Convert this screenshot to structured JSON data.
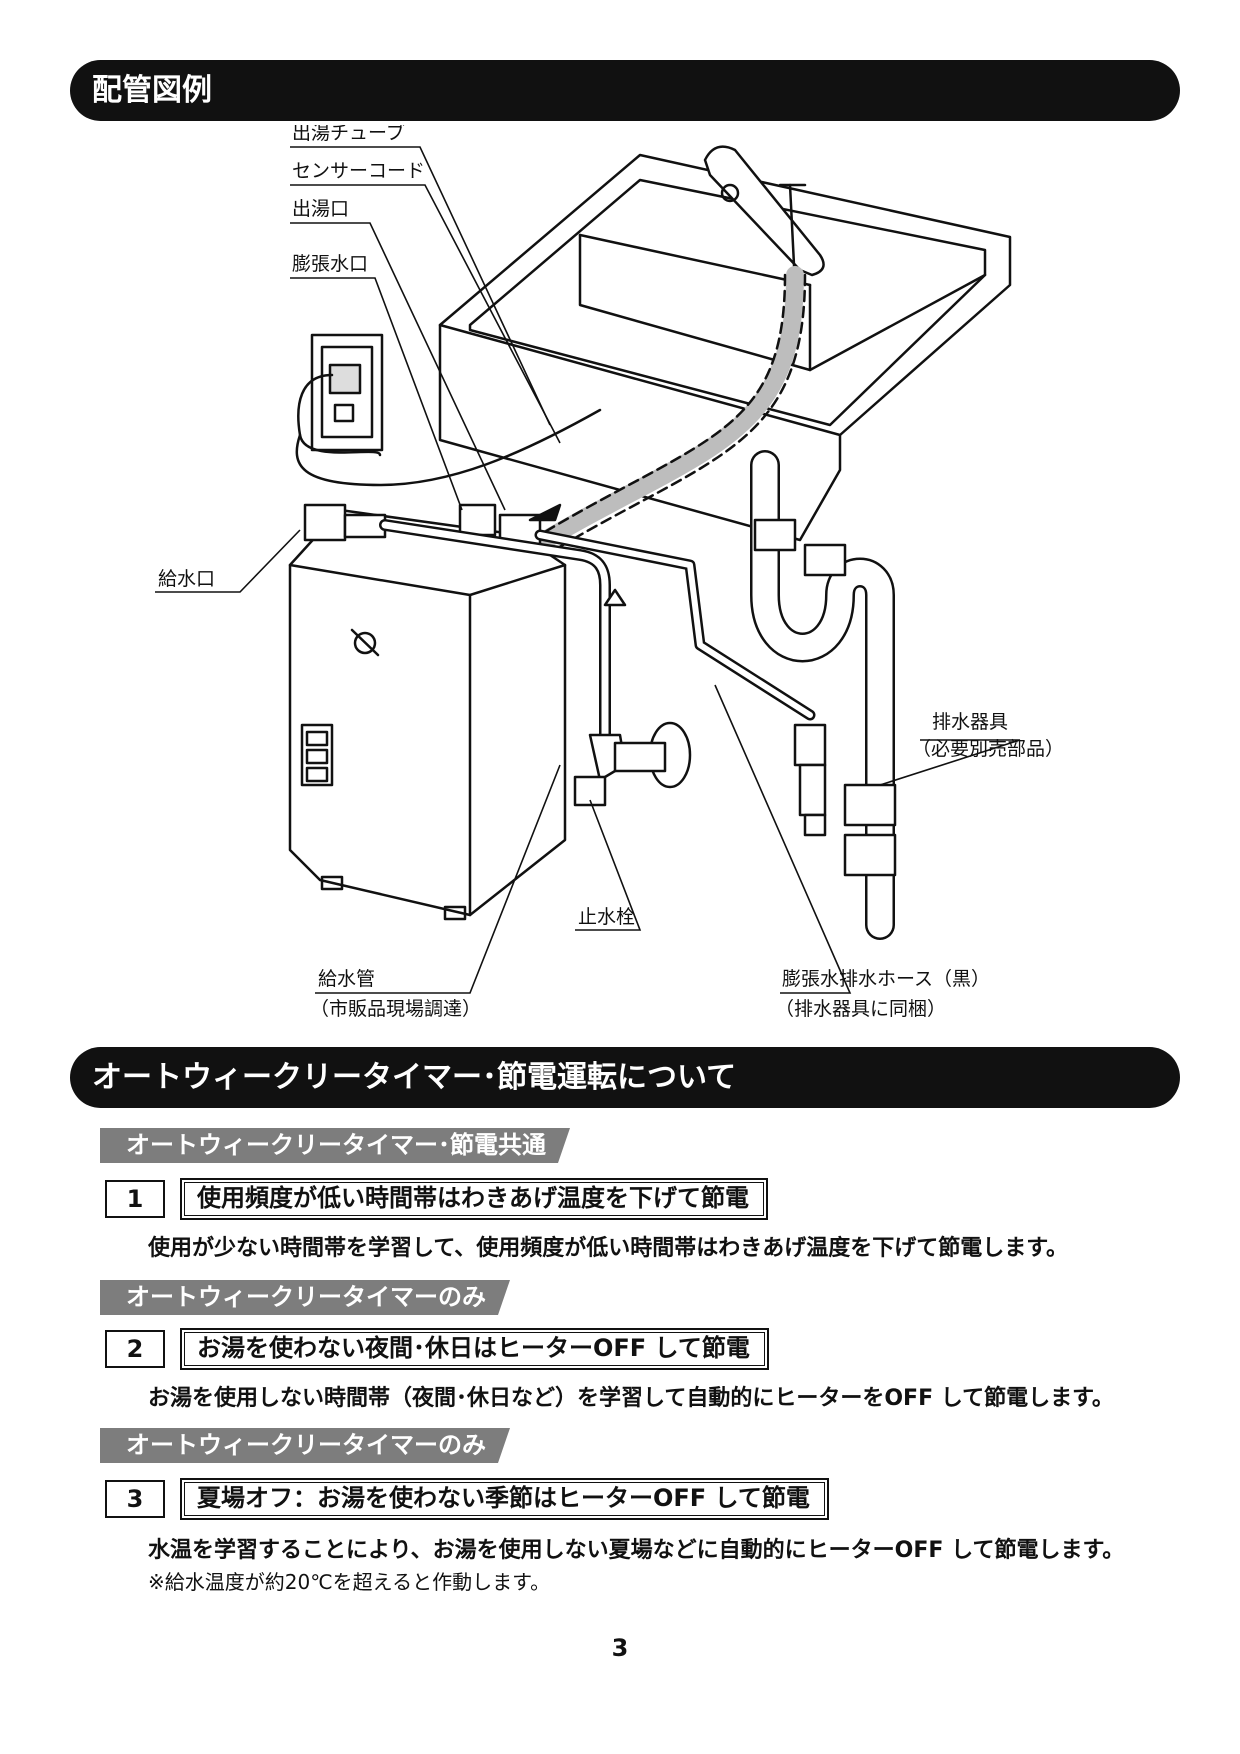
{
  "section1": {
    "title": "配管図例"
  },
  "diagram": {
    "labels": {
      "hot_water_tube": "出湯チューブ",
      "sensor_cord": "センサーコード",
      "hot_water_outlet": "出湯口",
      "expansion_water_outlet": "膨張水口",
      "water_inlet": "給水口",
      "stop_valve": "止水栓",
      "water_supply_pipe": "給水管",
      "water_supply_pipe_note": "（市販品現場調達）",
      "drain_fitting": "排水器具",
      "drain_fitting_note": "（必要別売部品）",
      "expansion_drain_hose": "膨張水排水ホース（黒）",
      "expansion_drain_hose_note": "（排水器具に同梱）"
    },
    "colors": {
      "line": "#111111",
      "tube_fill": "#bdbdbd"
    }
  },
  "section2": {
    "title": "オートウィークリータイマー･節電運転について"
  },
  "items": [
    {
      "tag": "オートウィークリータイマー･節電共通",
      "number": "1",
      "title": "使用頻度が低い時間帯はわきあげ温度を下げて節電",
      "description": "使用が少ない時間帯を学習して、使用頻度が低い時間帯はわきあげ温度を下げて節電します。",
      "note": ""
    },
    {
      "tag": "オートウィークリータイマーのみ",
      "number": "2",
      "title": "お湯を使わない夜間･休日はヒーターOFF して節電",
      "description": "お湯を使用しない時間帯（夜間･休日など）を学習して自動的にヒーターをOFF して節電します。",
      "note": ""
    },
    {
      "tag": "オートウィークリータイマーのみ",
      "number": "3",
      "title": "夏場オフ：お湯を使わない季節はヒーターOFF して節電",
      "description": "水温を学習することにより、お湯を使用しない夏場などに自動的にヒーターOFF して節電します。",
      "note": "※給水温度が約20℃を超えると作動します。"
    }
  ],
  "page_number": "3"
}
